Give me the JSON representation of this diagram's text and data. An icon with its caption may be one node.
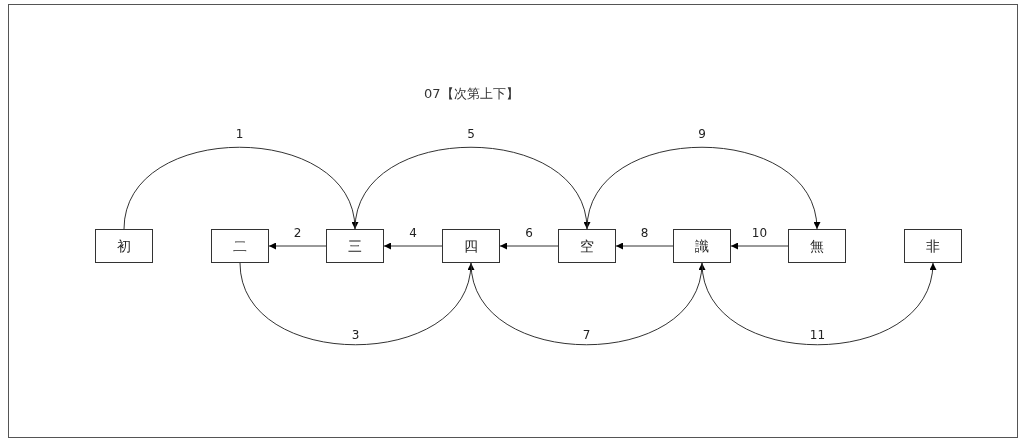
{
  "diagram": {
    "title": "07【次第上下】",
    "nodes": [
      {
        "text": [
          "初"
        ]
      },
      {
        "text": [
          "二"
        ]
      },
      {
        "text": [
          "三"
        ]
      },
      {
        "text": [
          "四"
        ]
      },
      {
        "text": [
          "空"
        ]
      },
      {
        "text": [
          "識"
        ]
      },
      {
        "text": [
          "無"
        ]
      },
      {
        "text": [
          "非"
        ]
      }
    ],
    "edges": [
      {
        "from": 0,
        "to": 2,
        "arrow": "to",
        "label": "1"
      },
      {
        "from": 2,
        "to": 1,
        "arrow": "to",
        "label": "2"
      },
      {
        "from": 1,
        "to": 3,
        "arrow": "to",
        "label": "3"
      },
      {
        "from": 3,
        "to": 2,
        "arrow": "to",
        "label": "4"
      },
      {
        "from": 2,
        "to": 4,
        "arrow": "to",
        "label": "5"
      },
      {
        "from": 4,
        "to": 3,
        "arrow": "to",
        "label": "6"
      },
      {
        "from": 3,
        "to": 5,
        "arrow": "to",
        "label": "7"
      },
      {
        "from": 5,
        "to": 4,
        "arrow": "to",
        "label": "8"
      },
      {
        "from": 4,
        "to": 6,
        "arrow": "to",
        "label": "9"
      },
      {
        "from": 6,
        "to": 5,
        "arrow": "to",
        "label": "10"
      },
      {
        "from": 5,
        "to": 7,
        "arrow": "to",
        "label": "11"
      }
    ]
  }
}
